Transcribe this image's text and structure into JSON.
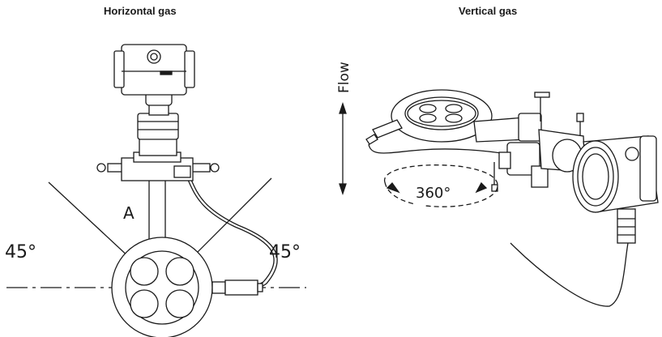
{
  "titles": {
    "left": "Horizontal gas",
    "right": "Vertical gas"
  },
  "labels": {
    "a": "A",
    "angle_left": "45°",
    "angle_right": "45°",
    "flow": "Flow",
    "rotation": "360°"
  },
  "colors": {
    "line": "#1a1a1a",
    "fill": "#ffffff"
  }
}
